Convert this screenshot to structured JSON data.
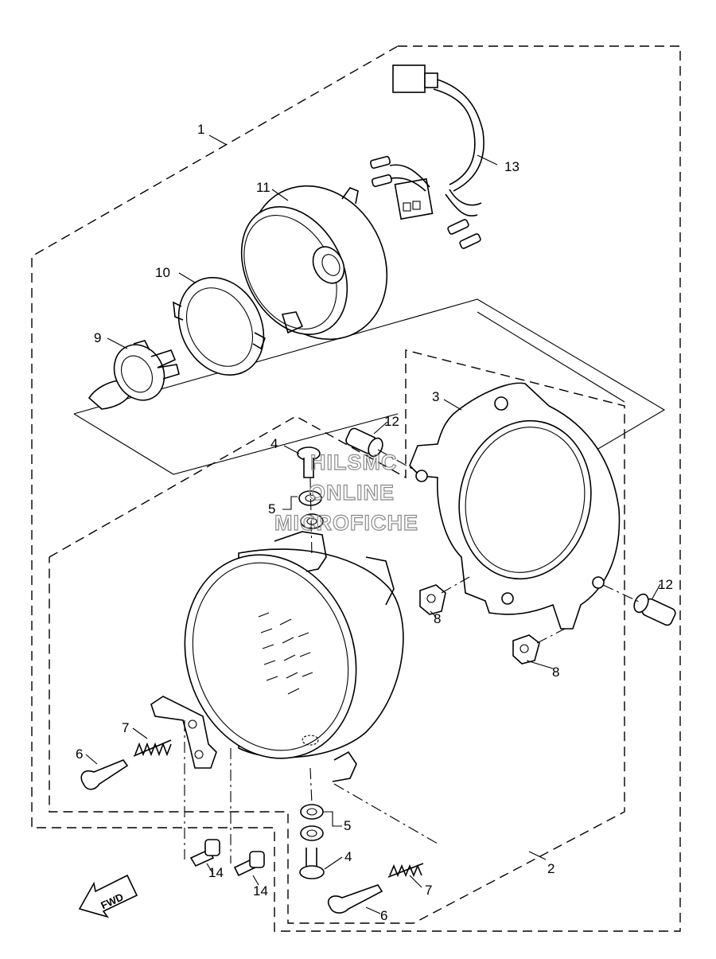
{
  "callouts": {
    "c1": "1",
    "c2": "2",
    "c3": "3",
    "c4a": "4",
    "c4b": "4",
    "c5a": "5",
    "c5b": "5",
    "c6a": "6",
    "c6b": "6",
    "c7a": "7",
    "c7b": "7",
    "c8a": "8",
    "c8b": "8",
    "c9": "9",
    "c10": "10",
    "c11": "11",
    "c12a": "12",
    "c12b": "12",
    "c13": "13",
    "c14a": "14",
    "c14b": "14"
  },
  "watermark": {
    "line1": "HILSMC",
    "line2": "ONLINE",
    "line3": "MICROFICHE"
  },
  "direction_badge": "FWD"
}
